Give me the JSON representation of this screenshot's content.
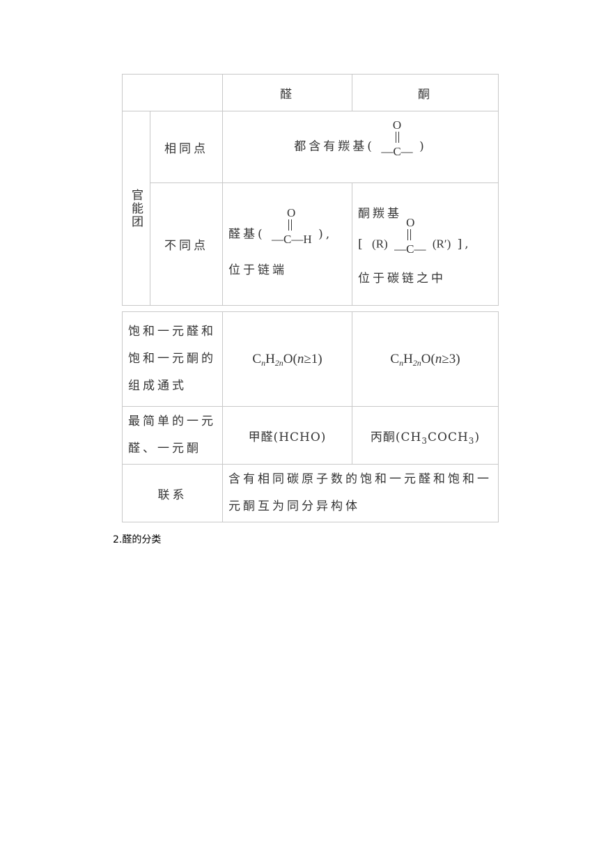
{
  "table_top": {
    "header": {
      "empty": "",
      "aldehyde": "醛",
      "ketone": "酮"
    },
    "group_label": "官能团",
    "same": {
      "label": "相同点",
      "text_prefix": "都含有羰基(",
      "o": "O",
      "bond_left": "—",
      "c": "C",
      "bond_right": "—",
      "text_suffix": ")"
    },
    "diff": {
      "label": "不同点",
      "aldehyde_prefix": "醛基(",
      "aldehyde_o": "O",
      "aldehyde_bond_left": "—",
      "aldehyde_c": "C",
      "aldehyde_bond_mid": "—",
      "aldehyde_h": "H",
      "aldehyde_suffix": "),",
      "aldehyde_position": "位于链端",
      "ketone_title": "酮羰基",
      "ketone_bracket_open": "[",
      "ketone_r": "(R)",
      "ketone_bond_left": "—",
      "ketone_o": "O",
      "ketone_c": "C",
      "ketone_bond_right": "—",
      "ketone_r2": "(R′)",
      "ketone_bracket_close": "],",
      "ketone_position": "位于碳链之中"
    }
  },
  "table_bottom": {
    "formula_row": {
      "label_line1": "饱和一元醛和",
      "label_line2": "饱和一元酮的",
      "label_line3": "组成通式",
      "aldehyde": {
        "c": "C",
        "c_sub": "n",
        "h": "H",
        "h_sub": "2n",
        "o": "O(",
        "n": "n",
        "cond": "≥1)"
      },
      "ketone": {
        "c": "C",
        "c_sub": "n",
        "h": "H",
        "h_sub": "2n",
        "o": "O(",
        "n": "n",
        "cond": "≥3)"
      }
    },
    "simplest_row": {
      "label_line1": "最简单的一元",
      "label_line2": "醛、一元酮",
      "aldehyde": "甲醛(HCHO)",
      "ketone_prefix": "丙酮(CH",
      "ketone_sub1": "3",
      "ketone_mid": "COCH",
      "ketone_sub2": "3",
      "ketone_suffix": ")"
    },
    "relation_row": {
      "label": "联系",
      "text_line1": "含有相同碳原子数的饱和一元醛和饱和一",
      "text_line2": "元酮互为同分异构体"
    }
  },
  "caption": "2.醛的分类"
}
